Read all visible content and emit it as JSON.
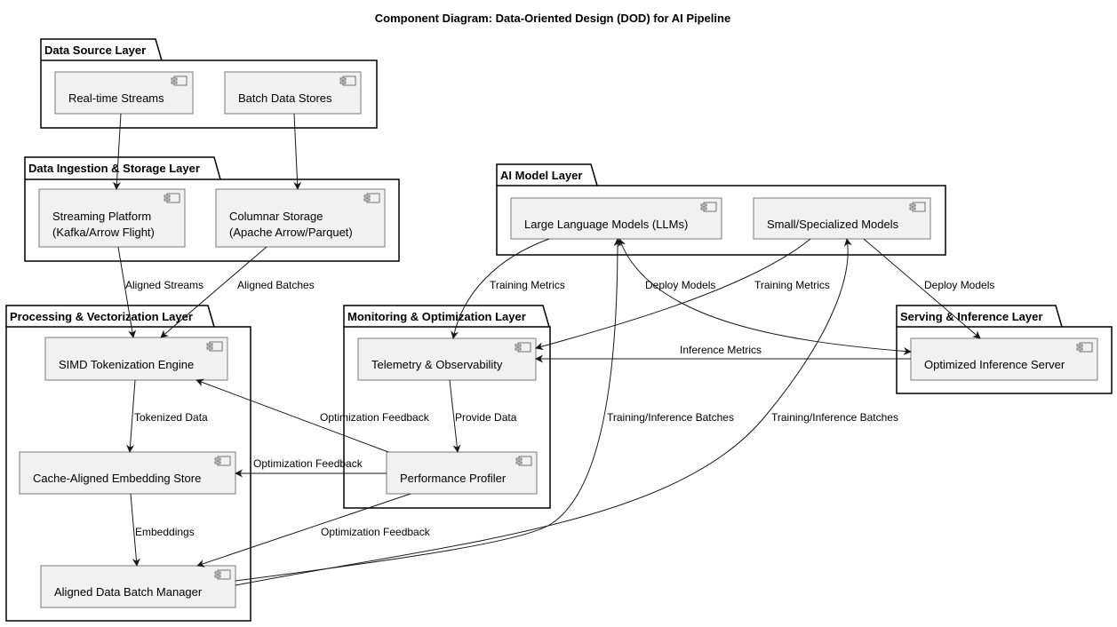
{
  "title": "Component Diagram: Data-Oriented Design (DOD) for AI Pipeline",
  "packages": {
    "data_source": "Data Source Layer",
    "ingestion": "Data Ingestion & Storage Layer",
    "processing": "Processing & Vectorization Layer",
    "monitoring": "Monitoring & Optimization Layer",
    "ai_model": "AI Model Layer",
    "serving": "Serving & Inference Layer"
  },
  "components": {
    "realtime_streams": [
      "Real-time Streams"
    ],
    "batch_stores": [
      "Batch Data Stores"
    ],
    "streaming_platform": [
      "Streaming Platform",
      "(Kafka/Arrow Flight)"
    ],
    "columnar_storage": [
      "Columnar Storage",
      "(Apache Arrow/Parquet)"
    ],
    "simd_tokenization": [
      "SIMD Tokenization Engine"
    ],
    "embedding_store": [
      "Cache-Aligned Embedding Store"
    ],
    "batch_manager": [
      "Aligned Data Batch Manager"
    ],
    "telemetry": [
      "Telemetry & Observability"
    ],
    "profiler": [
      "Performance Profiler"
    ],
    "llms": [
      "Large Language Models (LLMs)"
    ],
    "small_models": [
      "Small/Specialized Models"
    ],
    "inference_server": [
      "Optimized Inference Server"
    ]
  },
  "edges": {
    "aligned_streams": "Aligned Streams",
    "aligned_batches": "Aligned Batches",
    "tokenized_data": "Tokenized Data",
    "embeddings": "Embeddings",
    "training_metrics_llm": "Training Metrics",
    "training_metrics_small": "Training Metrics",
    "deploy_models_llm": "Deploy Models",
    "deploy_models_small": "Deploy Models",
    "inference_metrics": "Inference Metrics",
    "provide_data": "Provide Data",
    "opt_feedback_simd": "Optimization Feedback",
    "opt_feedback_embed": "Optimization Feedback",
    "opt_feedback_batch": "Optimization Feedback",
    "train_inf_batches_llm": "Training/Inference Batches",
    "train_inf_batches_small": "Training/Inference Batches"
  }
}
